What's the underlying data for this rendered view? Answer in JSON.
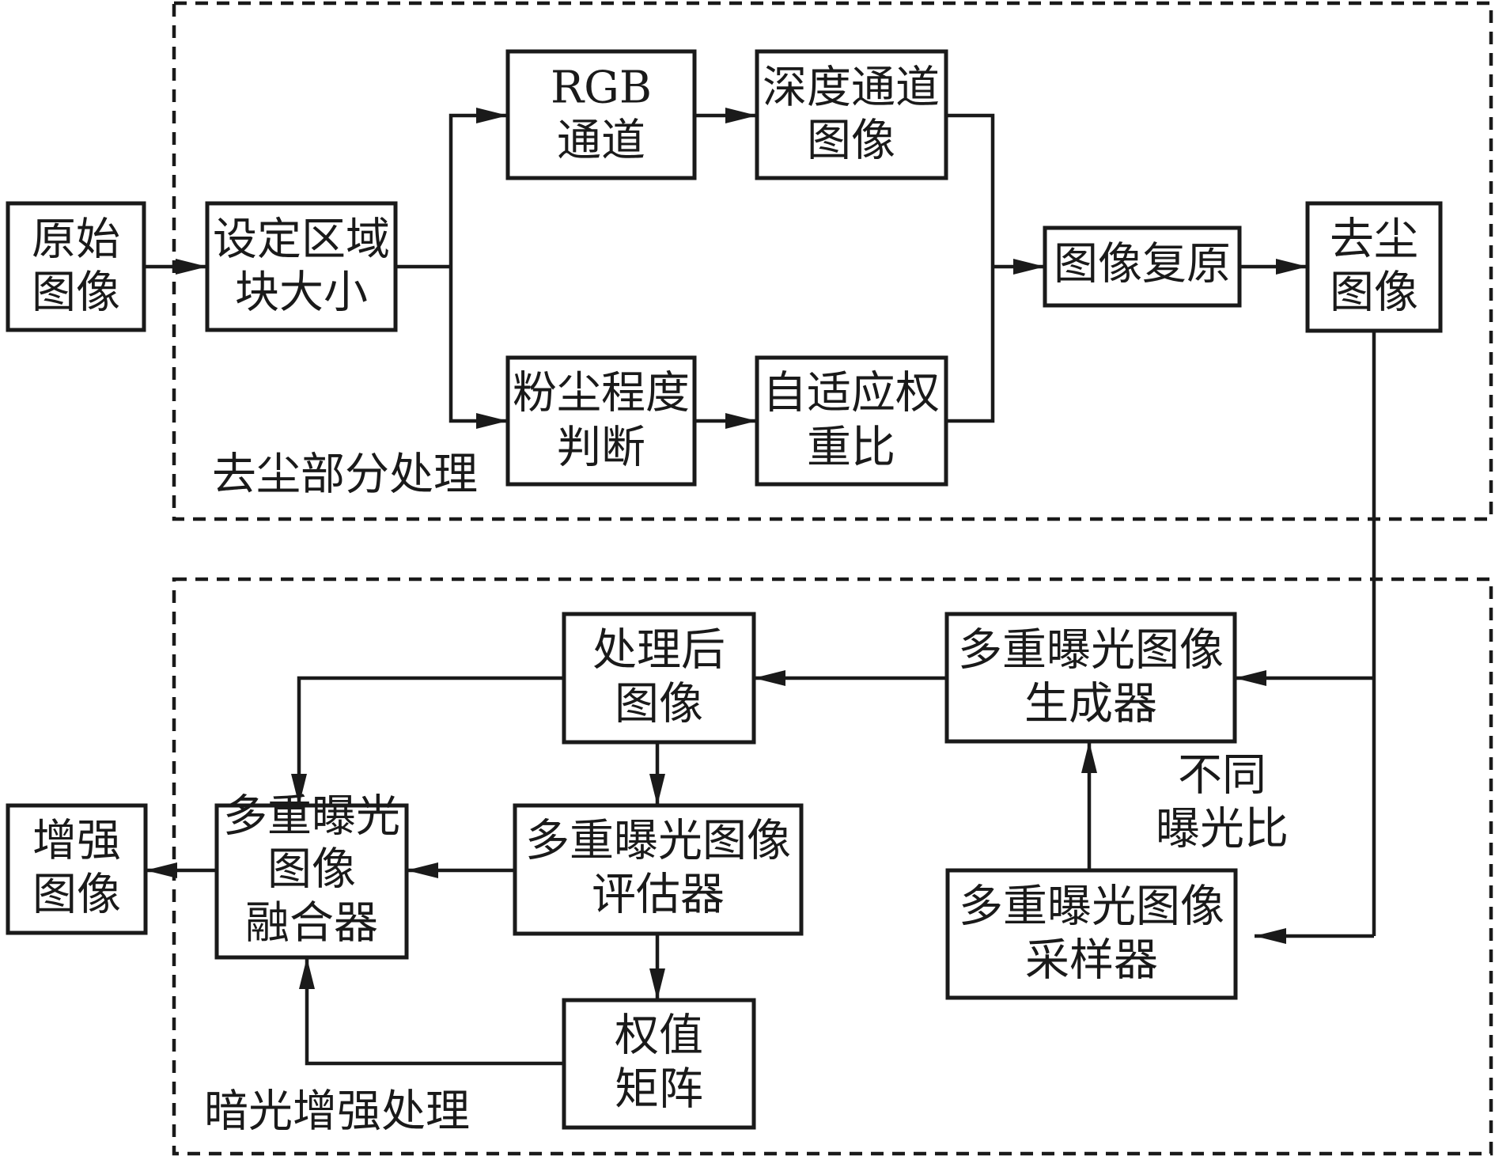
{
  "groups": {
    "dedust": "去尘部分处理",
    "lowlight": "暗光增强处理"
  },
  "nodes": {
    "original_image": [
      "原始",
      "图像"
    ],
    "set_block_size": [
      "设定区域",
      "块大小"
    ],
    "rgb_channel": [
      "RGB",
      "通道"
    ],
    "depth_channel_image": [
      "深度通道",
      "图像"
    ],
    "dust_level_judge": [
      "粉尘程度",
      "判断"
    ],
    "adaptive_weight_ratio": [
      "自适应权",
      "重比"
    ],
    "image_restoration": [
      "图像复原"
    ],
    "dedusted_image": [
      "去尘",
      "图像"
    ],
    "processed_image": [
      "处理后",
      "图像"
    ],
    "exposure_generator": [
      "多重曝光图像",
      "生成器"
    ],
    "exposure_fuser": [
      "多重曝光",
      "图像",
      "融合器"
    ],
    "exposure_evaluator": [
      "多重曝光图像",
      "评估器"
    ],
    "weight_matrix": [
      "权值",
      "矩阵"
    ],
    "exposure_sampler": [
      "多重曝光图像",
      "采样器"
    ],
    "enhanced_image": [
      "增强",
      "图像"
    ]
  },
  "annotations": {
    "exposure_ratio": [
      "不同",
      "曝光比"
    ]
  }
}
